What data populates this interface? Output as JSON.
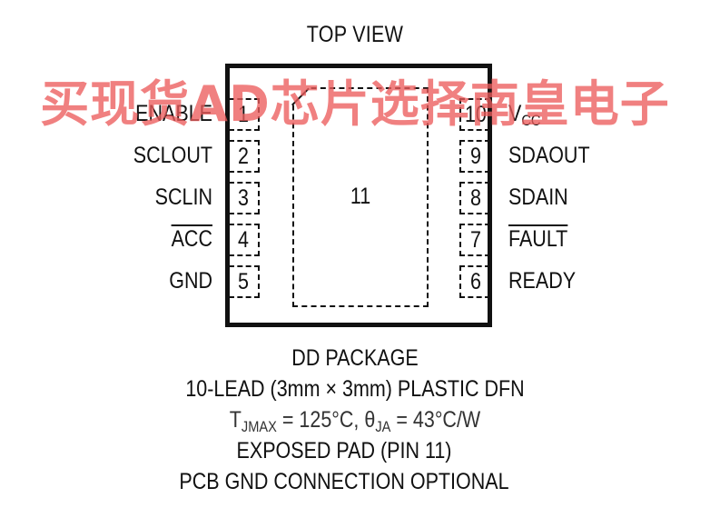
{
  "title": "TOP VIEW",
  "exposed_pad_number": "11",
  "left_pins": [
    {
      "number": "1",
      "label": "ENABLE",
      "overline": false
    },
    {
      "number": "2",
      "label": "SCLOUT",
      "overline": false
    },
    {
      "number": "3",
      "label": "SCLIN",
      "overline": false
    },
    {
      "number": "4",
      "label": "ACC",
      "overline": true
    },
    {
      "number": "5",
      "label": "GND",
      "overline": false
    }
  ],
  "right_pins": [
    {
      "number": "10",
      "label_main": "V",
      "label_sub": "CC",
      "overline": false
    },
    {
      "number": "9",
      "label": "SDAOUT",
      "overline": false
    },
    {
      "number": "8",
      "label": "SDAIN",
      "overline": false
    },
    {
      "number": "7",
      "label": "FAULT",
      "overline": true
    },
    {
      "number": "6",
      "label": "READY",
      "overline": false
    }
  ],
  "caption": {
    "package": "DD PACKAGE",
    "package_desc_pre": "10-LEAD (3mm ",
    "times_sign": "×",
    "package_desc_post": " 3mm) PLASTIC DFN",
    "thermal_t": "T",
    "thermal_t_sub": "JMAX",
    "thermal_t_val": " = 125°C, ",
    "thermal_theta": "θ",
    "thermal_theta_sub": "JA",
    "thermal_theta_val": " = 43°C/W",
    "exposed_pad": "EXPOSED PAD (PIN 11)",
    "pcb_note": "PCB GND CONNECTION OPTIONAL"
  },
  "watermark": "买现货AD芯片选择南皇电子",
  "colors": {
    "ink": "#111111",
    "watermark": "#ec5c5c"
  }
}
